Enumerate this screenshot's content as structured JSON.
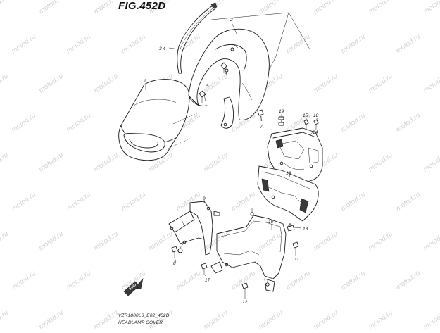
{
  "figure": {
    "title": "FIG.452D",
    "model_code": "VZR1800L6_E02_452D",
    "part_group": "HEADLAMP COVER"
  },
  "watermark": "motod.ru",
  "direction_marker": "FWD",
  "callouts": [
    {
      "id": "c1",
      "label": "1"
    },
    {
      "id": "c2",
      "label": "2"
    },
    {
      "id": "c34",
      "label": "3 4"
    },
    {
      "id": "c5",
      "label": "5"
    },
    {
      "id": "c6",
      "label": "6"
    },
    {
      "id": "c7",
      "label": "7"
    },
    {
      "id": "c8",
      "label": "8"
    },
    {
      "id": "c9",
      "label": "9"
    },
    {
      "id": "c10",
      "label": "10"
    },
    {
      "id": "c11",
      "label": "11"
    },
    {
      "id": "c12",
      "label": "12"
    },
    {
      "id": "c13",
      "label": "13"
    },
    {
      "id": "c14",
      "label": "14"
    },
    {
      "id": "c15",
      "label": "15"
    },
    {
      "id": "c16",
      "label": "16"
    },
    {
      "id": "c17",
      "label": "17"
    },
    {
      "id": "c18",
      "label": "18"
    },
    {
      "id": "c19",
      "label": "19"
    }
  ]
}
